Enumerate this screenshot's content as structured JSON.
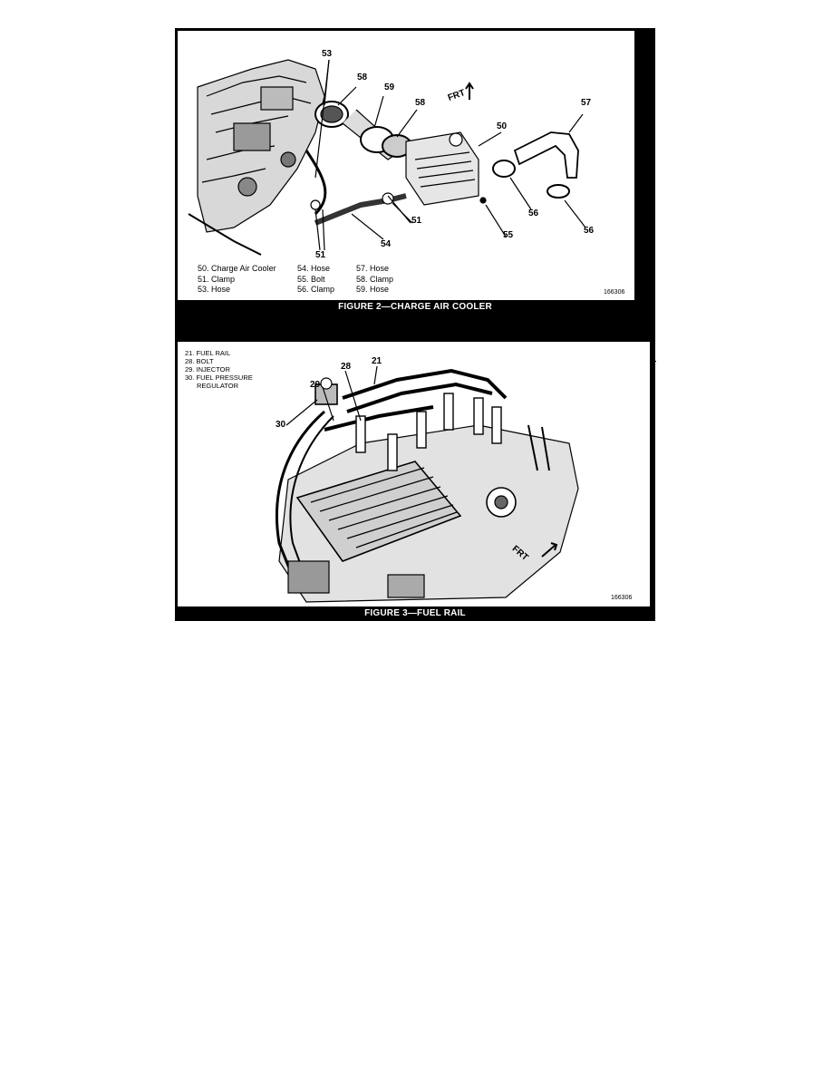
{
  "figure2": {
    "caption": "FIGURE 2—CHARGE AIR COOLER",
    "code": "166306",
    "callouts": [
      "53",
      "58",
      "59",
      "58",
      "50",
      "57",
      "51",
      "51",
      "54",
      "55",
      "56",
      "56"
    ],
    "frt_label": "FRT",
    "legend": [
      {
        "num": "50.",
        "label": "Charge Air Cooler"
      },
      {
        "num": "51.",
        "label": "Clamp"
      },
      {
        "num": "53.",
        "label": "Hose"
      },
      {
        "num": "54.",
        "label": "Hose"
      },
      {
        "num": "55.",
        "label": "Bolt"
      },
      {
        "num": "56.",
        "label": "Clamp"
      },
      {
        "num": "57.",
        "label": "Hose"
      },
      {
        "num": "58.",
        "label": "Clamp"
      },
      {
        "num": "59.",
        "label": "Hose"
      }
    ]
  },
  "figure3": {
    "caption": "FIGURE 3—FUEL RAIL",
    "code": "166306",
    "callouts": [
      "21",
      "28",
      "29",
      "30"
    ],
    "frt_label": "FRT",
    "legend": [
      {
        "num": "21.",
        "label": "FUEL RAIL"
      },
      {
        "num": "28.",
        "label": "BOLT"
      },
      {
        "num": "29.",
        "label": "INJECTOR"
      },
      {
        "num": "30.",
        "label": "FUEL PRESSURE"
      },
      {
        "num": "",
        "label": "REGULATOR"
      }
    ]
  }
}
